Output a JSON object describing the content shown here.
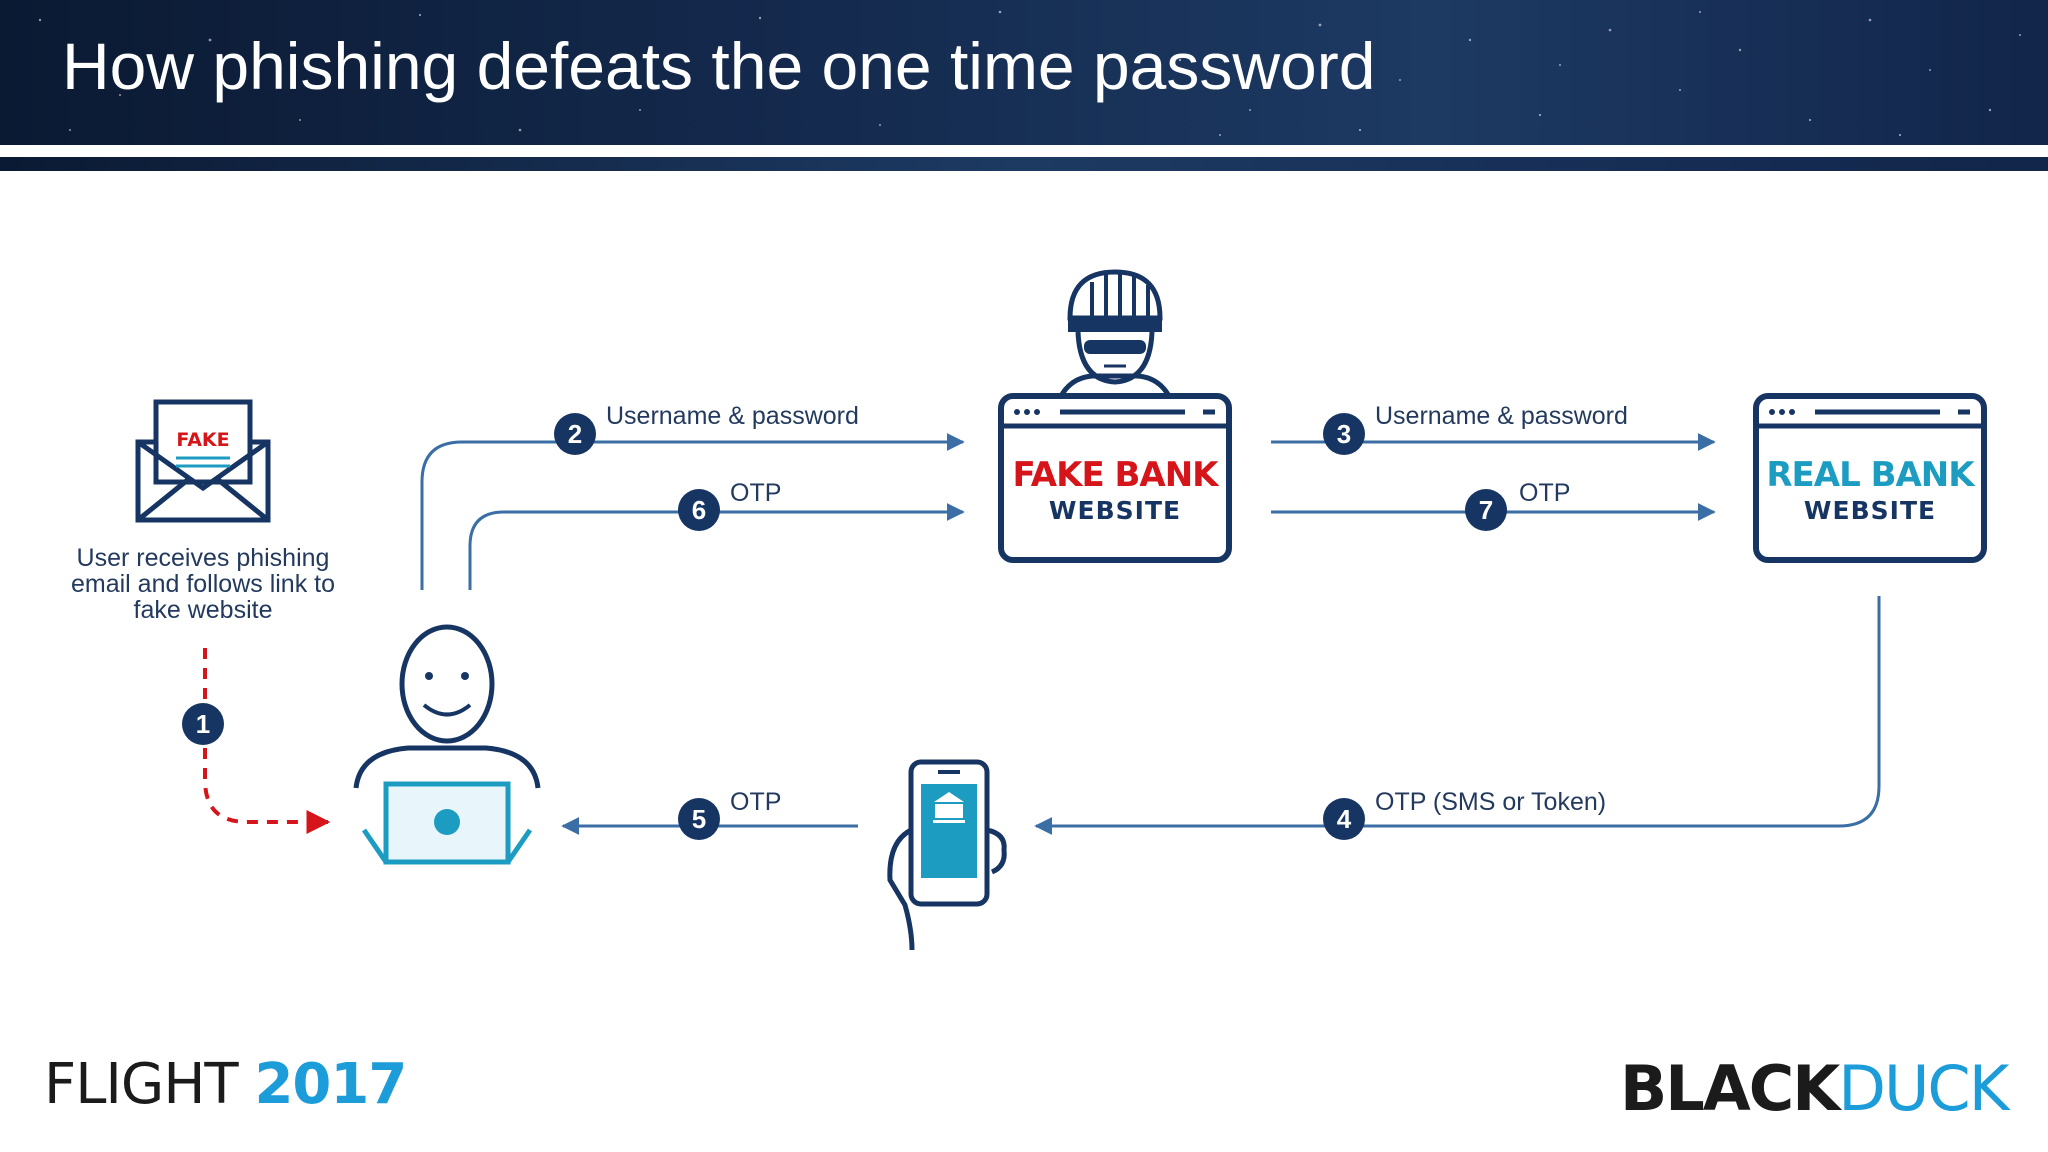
{
  "slide": {
    "title": "How phishing defeats the one time password"
  },
  "diagram": {
    "fake_site": {
      "line1": "FAKE BANK",
      "line2": "WEBSITE"
    },
    "real_site": {
      "line1": "REAL BANK",
      "line2": "WEBSITE"
    },
    "email_tag": "FAKE",
    "user_caption": [
      "User receives phishing",
      "email and follows link to",
      "fake website"
    ],
    "steps": [
      {
        "num": "1",
        "label": ""
      },
      {
        "num": "2",
        "label": "Username & password"
      },
      {
        "num": "3",
        "label": "Username & password"
      },
      {
        "num": "4",
        "label": "OTP (SMS or Token)"
      },
      {
        "num": "5",
        "label": "OTP"
      },
      {
        "num": "6",
        "label": "OTP"
      },
      {
        "num": "7",
        "label": "OTP"
      }
    ]
  },
  "footer": {
    "event_name": "FLIGHT",
    "event_year": "2017",
    "brand_part1": "BLACK",
    "brand_part2": "DUCK"
  },
  "colors": {
    "navy": "#173563",
    "line_blue": "#3a6ea5",
    "accent_red": "#d6151b",
    "accent_teal": "#1c9cc1",
    "brand_blue": "#1c9cd8"
  }
}
